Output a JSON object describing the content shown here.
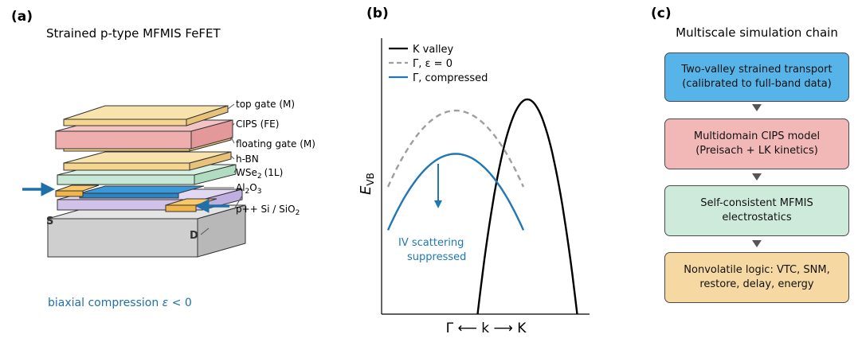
{
  "panel_a": {
    "label": "(a)",
    "title": "Strained p-type MFMIS FeFET",
    "layers": [
      "top gate (M)",
      "CIPS (FE)",
      "floating gate (M)",
      "h-BN",
      "WSe",
      "2",
      "(1L)",
      "Al",
      "2",
      "O",
      "3",
      "p++ Si / SiO",
      "2"
    ],
    "source_label": "S",
    "drain_label": "D",
    "caption_text": "biaxial compression",
    "caption_symbol": "ε",
    "caption_rel": "< 0",
    "colors": {
      "top_gate": "#f6d58e",
      "cips": "#efaeae",
      "floating_gate": "#f6d58e",
      "hbn": "#f6d58e",
      "wse2": "#c7e8d4",
      "channel": "#3a9ad9",
      "contact": "#f2b54a",
      "al2o3": "#d8c8ec",
      "substrate": "#d5d5d5",
      "arrow": "#1f6fa8",
      "caption": "#1f6fa8"
    }
  },
  "panel_b": {
    "label": "(b)",
    "ylabel_main": "E",
    "ylabel_sub": "VB",
    "xlabel": "Γ ⟵ k ⟶ K",
    "annotation_lines": [
      "IV scattering",
      "suppressed"
    ],
    "legend": [
      {
        "label": "K valley",
        "color": "#000000",
        "style": "solid"
      },
      {
        "label": "Γ, ε = 0",
        "color": "#9e9e9e",
        "style": "dashed"
      },
      {
        "label": "Γ, compressed",
        "color": "#1f77b4",
        "style": "solid"
      }
    ]
  },
  "panel_c": {
    "label": "(c)",
    "title": "Multiscale simulation chain",
    "boxes": [
      {
        "lines": [
          "Two-valley strained transport",
          "(calibrated to full-band data)"
        ],
        "color": "#56b4e9"
      },
      {
        "lines": [
          "Multidomain CIPS model",
          "(Preisach + LK kinetics)"
        ],
        "color": "#f2b8b8"
      },
      {
        "lines": [
          "Self-consistent MFMIS",
          "electrostatics"
        ],
        "color": "#cdeadb"
      },
      {
        "lines": [
          "Nonvolatile logic: VTC, SNM,",
          "restore, delay, energy"
        ],
        "color": "#f6d8a2"
      }
    ],
    "arrow_color": "#555555"
  },
  "chart_data": {
    "type": "line",
    "title": "",
    "xlabel": "Γ ⟵ k ⟶ K",
    "ylabel": "E_VB",
    "grid": false,
    "legend_position": "top-left",
    "series": [
      {
        "name": "K valley",
        "x": [
          0.45,
          0.533,
          0.617,
          0.7,
          0.783,
          0.867,
          0.95
        ],
        "y": [
          0.0,
          0.469,
          0.75,
          0.844,
          0.75,
          0.469,
          0.0
        ]
      },
      {
        "name": "Γ, ε = 0",
        "x": [
          0.0,
          0.113,
          0.227,
          0.34,
          0.453,
          0.567,
          0.68
        ],
        "y": [
          0.5,
          0.667,
          0.767,
          0.8,
          0.767,
          0.667,
          0.5
        ]
      },
      {
        "name": "Γ, compressed",
        "x": [
          0.0,
          0.113,
          0.227,
          0.34,
          0.453,
          0.567,
          0.68
        ],
        "y": [
          0.33,
          0.497,
          0.597,
          0.63,
          0.597,
          0.497,
          0.33
        ]
      }
    ]
  }
}
